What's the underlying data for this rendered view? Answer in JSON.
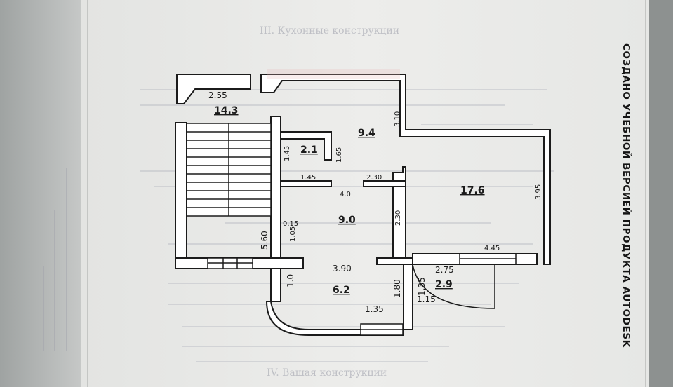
{
  "watermark": "СОЗДАНО УЧЕБНОЙ ВЕРСИЕЙ ПРОДУКТА AUTODESK",
  "ghost_text": {
    "section3": "III. Кухонные конструкции",
    "section4": "IV. Вашая конструкции"
  },
  "rooms": [
    {
      "id": "r143",
      "area": "14.3"
    },
    {
      "id": "r21",
      "area": "2.1"
    },
    {
      "id": "r94",
      "area": "9.4"
    },
    {
      "id": "r176",
      "area": "17.6"
    },
    {
      "id": "r90",
      "area": "9.0"
    },
    {
      "id": "r62",
      "area": "6.2"
    },
    {
      "id": "r29",
      "area": "2.9"
    }
  ],
  "dimensions": {
    "d255": "2.55",
    "d310": "3.10",
    "d145v": "1.45",
    "d165": "1.65",
    "d145h": "1.45",
    "d40": "4.0",
    "d230h": "2.30",
    "d395": "3.95",
    "d015": "0.15",
    "d105": "1.05",
    "d560": "5.60",
    "d230v": "2.30",
    "d445": "4.45",
    "d390": "3.90",
    "d10": "1.0",
    "d180": "1.80",
    "d135v": "1.35",
    "d275": "2.75",
    "d115": "1.15",
    "d135h": "1.35"
  },
  "colors": {
    "paper": "#ebebe9",
    "wall": "#ffffff",
    "ink": "#1b1b1b",
    "background": "#8d9190"
  }
}
